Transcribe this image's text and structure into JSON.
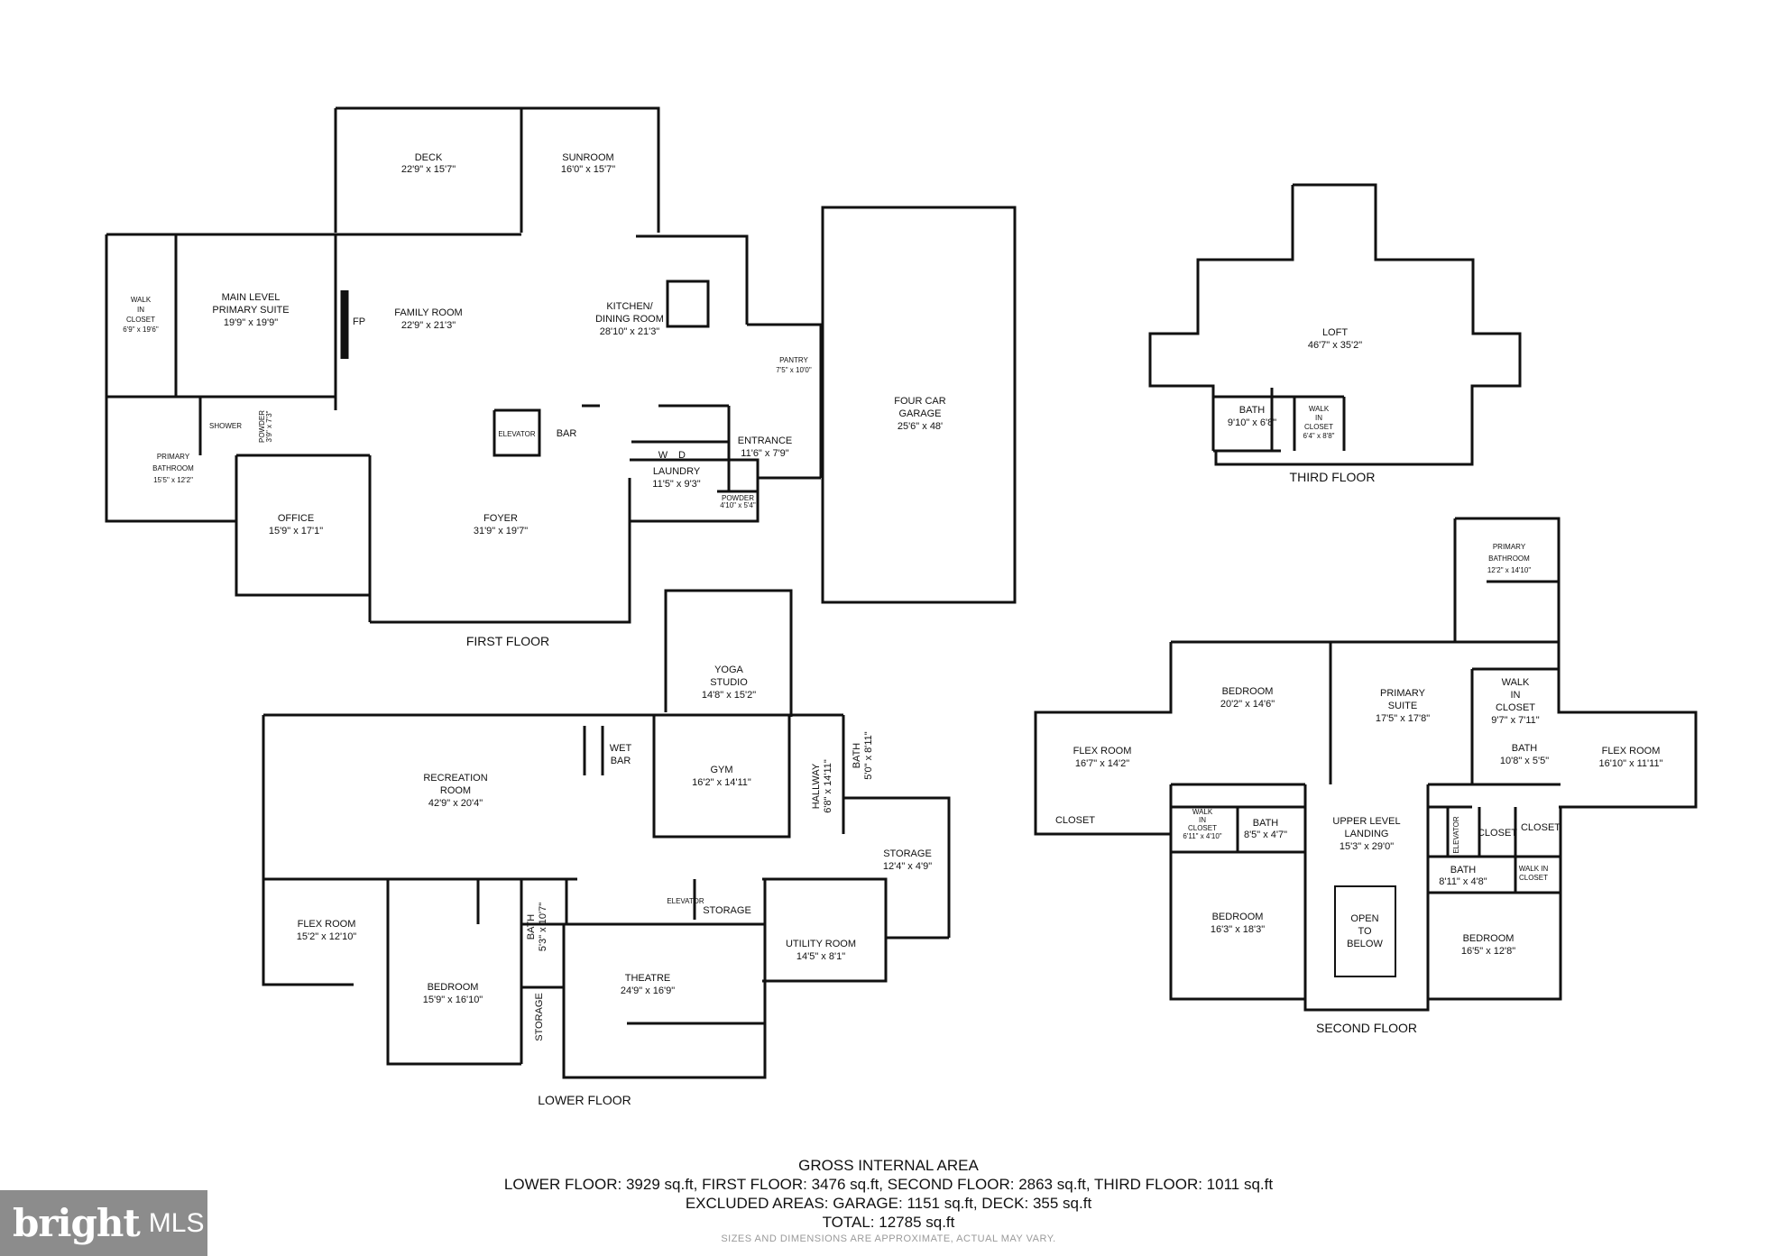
{
  "floors": {
    "first": "FIRST FLOOR",
    "lower": "LOWER FLOOR",
    "third": "THIRD FLOOR",
    "second": "SECOND FLOOR"
  },
  "first_floor_rooms": {
    "deck": [
      "DECK",
      "22'9\" x 15'7\""
    ],
    "sunroom": [
      "SUNROOM",
      "16'0\" x 15'7\""
    ],
    "walk_in_closet": [
      "WALK",
      "IN",
      "CLOSET",
      "6'9\" x 19'6\""
    ],
    "main_suite": [
      "MAIN LEVEL",
      "PRIMARY SUITE",
      "19'9\" x 19'9\""
    ],
    "family_room": [
      "FAMILY ROOM",
      "22'9\" x 21'3\""
    ],
    "fp": "FP",
    "kitchen": [
      "KITCHEN/",
      "DINING ROOM",
      "28'10\" x 21'3\""
    ],
    "pantry": [
      "PANTRY",
      "7'5\" x 10'0\""
    ],
    "garage": [
      "FOUR CAR",
      "GARAGE",
      "25'6\" x 48'"
    ],
    "shower": "SHOWER",
    "powder1": [
      "POWDER",
      "3'9\" x 7'3\""
    ],
    "primary_bath": [
      "PRIMARY",
      "BATHROOM",
      "15'5\" x 12'2\""
    ],
    "elevator": "ELEVATOR",
    "bar": "BAR",
    "entrance": [
      "ENTRANCE",
      "11'6\" x 7'9\""
    ],
    "laundry": [
      "LAUNDRY",
      "11'5\" x 9'3\""
    ],
    "w": "W",
    "d": "D",
    "powder2": [
      "POWDER",
      "4'10\" x 5'4\""
    ],
    "office": [
      "OFFICE",
      "15'9\" x 17'1\""
    ],
    "foyer": [
      "FOYER",
      "31'9\" x 19'7\""
    ]
  },
  "lower_floor_rooms": {
    "yoga": [
      "YOGA",
      "STUDIO",
      "14'8\" x 15'2\""
    ],
    "recreation": [
      "RECREATION",
      "ROOM",
      "42'9\" x 20'4\""
    ],
    "wet_bar": [
      "WET",
      "BAR"
    ],
    "gym": [
      "GYM",
      "16'2\" x 14'11\""
    ],
    "hallway": [
      "HALLWAY",
      "6'8\" x 14'11\""
    ],
    "bath1": [
      "BATH",
      "5'0\" x 8'11\""
    ],
    "storage1": [
      "STORAGE",
      "12'4\" x 4'9\""
    ],
    "flex": [
      "FLEX ROOM",
      "15'2\" x 12'10\""
    ],
    "bath2": [
      "BATH",
      "5'3\" x 10'7\""
    ],
    "elevator": "ELEVATOR",
    "storage2": "STORAGE",
    "utility": [
      "UTILITY ROOM",
      "14'5\" x 8'1\""
    ],
    "bedroom": [
      "BEDROOM",
      "15'9\" x 16'10\""
    ],
    "storage3": "STORAGE",
    "theatre": [
      "THEATRE",
      "24'9\" x 16'9\""
    ]
  },
  "third_floor_rooms": {
    "loft": [
      "LOFT",
      "46'7\" x 35'2\""
    ],
    "bath": [
      "BATH",
      "9'10\" x 6'8\""
    ],
    "walk_in": [
      "WALK",
      "IN",
      "CLOSET",
      "6'4\" x 8'8\""
    ]
  },
  "second_floor_rooms": {
    "primary_bath": [
      "PRIMARY",
      "BATHROOM",
      "12'2\" x 14'10\""
    ],
    "bedroom1": [
      "BEDROOM",
      "20'2\" x 14'6\""
    ],
    "primary_suite": [
      "PRIMARY",
      "SUITE",
      "17'5\" x 17'8\""
    ],
    "walk_in": [
      "WALK",
      "IN",
      "CLOSET",
      "9'7\" x 7'11\""
    ],
    "flex1": [
      "FLEX ROOM",
      "16'7\" x 14'2\""
    ],
    "bath1": [
      "BATH",
      "10'8\" x 5'5\""
    ],
    "flex2": [
      "FLEX ROOM",
      "16'10\" x 11'11\""
    ],
    "closet1": "CLOSET",
    "walk_in2": [
      "WALK",
      "IN",
      "CLOSET",
      "6'11\" x 4'10\""
    ],
    "bath2": [
      "BATH",
      "8'5\" x 4'7\""
    ],
    "landing": [
      "UPPER LEVEL",
      "LANDING",
      "15'3\" x 29'0\""
    ],
    "elevator": "ELEVATOR",
    "closet2": "CLOSET",
    "closet3": "CLOSET",
    "bath3": [
      "BATH",
      "8'11\" x 4'8\""
    ],
    "walk_in3": [
      "WALK IN",
      "CLOSET"
    ],
    "bedroom2": [
      "BEDROOM",
      "16'3\" x 18'3\""
    ],
    "open": [
      "OPEN",
      "TO",
      "BELOW"
    ],
    "bedroom3": [
      "BEDROOM",
      "16'5\" x 12'8\""
    ]
  },
  "summary": {
    "title": "GROSS INTERNAL AREA",
    "line1": "LOWER FLOOR: 3929 sq.ft, FIRST FLOOR: 3476 sq.ft, SECOND FLOOR: 2863 sq.ft, THIRD FLOOR: 1011 sq.ft",
    "line2": "EXCLUDED AREAS: GARAGE: 1151 sq.ft, DECK: 355 sq.ft",
    "line3": "TOTAL: 12785 sq.ft",
    "note": "SIZES AND DIMENSIONS ARE APPROXIMATE, ACTUAL MAY VARY."
  },
  "logo": {
    "brand": "bright",
    "suffix": "MLS"
  }
}
